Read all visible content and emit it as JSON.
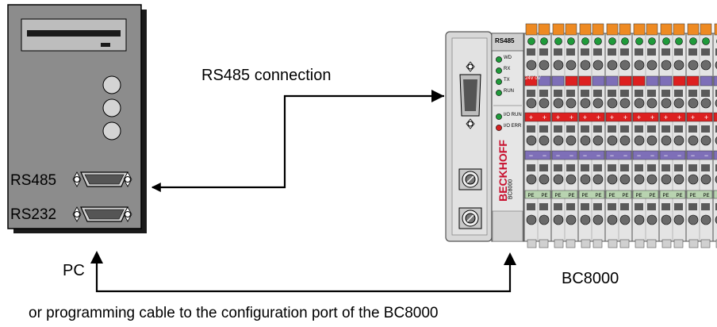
{
  "diagram": {
    "pc_label": "PC",
    "pc_ports": [
      {
        "label": "RS485"
      },
      {
        "label": "RS232"
      }
    ],
    "connection_label": "RS485 connection",
    "device_label": "BC8000",
    "bottom_caption": "or programming cable to the configuration port of the BC8000",
    "coupler": {
      "header": "RS485",
      "leds_top": [
        "WD",
        "RX",
        "TX",
        "RUN"
      ],
      "leds_io": [
        "I/O RUN",
        "I/O ERR"
      ],
      "brand": "BECKHOFF",
      "model": "BC8000",
      "terminal_red_label": "24V 0V",
      "terminal_pe_label": "PE"
    },
    "colors": {
      "pc_case": "#8c8c8c",
      "coupler_body": "#d8d8d8",
      "terminal_orange": "#ee8a22",
      "led_green": "#1f9a3a",
      "led_red": "#d42020",
      "bar_red": "#dd2020",
      "bar_purple": "#7e6fb8",
      "brand_red": "#c8102e"
    }
  }
}
